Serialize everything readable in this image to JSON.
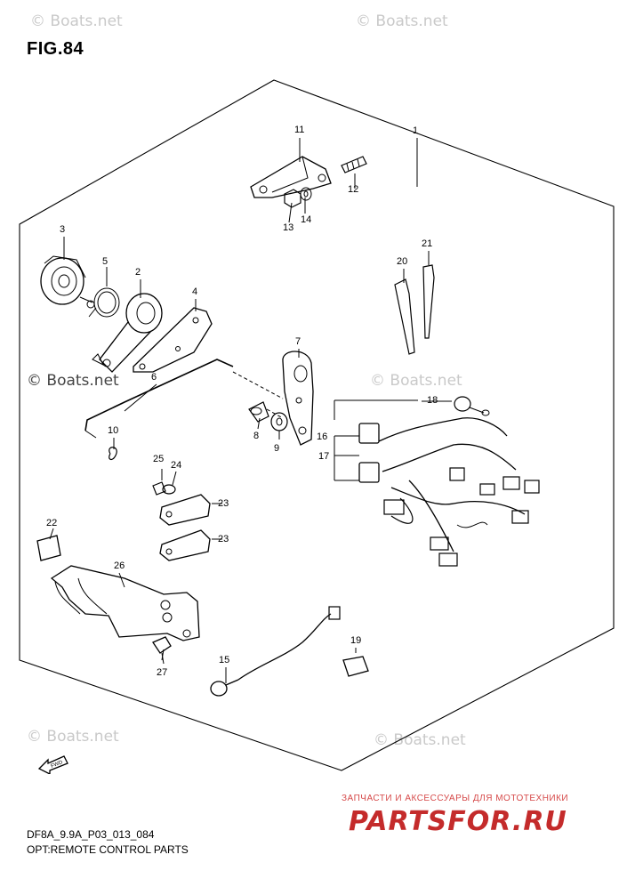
{
  "figure": {
    "title": "FIG.84"
  },
  "watermarks": [
    "© Boats.net",
    "© Boats.net",
    "© Boats.net",
    "© Boats.net",
    "© Boats.net",
    "© Boats.net"
  ],
  "watermark_main": "© Boats.net",
  "parts": [
    "1",
    "2",
    "3",
    "4",
    "5",
    "6",
    "7",
    "8",
    "9",
    "10",
    "11",
    "12",
    "13",
    "14",
    "16",
    "17",
    "18",
    "19",
    "20",
    "21",
    "22",
    "23",
    "23",
    "24",
    "25",
    "26",
    "27",
    "15"
  ],
  "fwd_label": "FWD",
  "footer": {
    "code": "DF8A_9.9A_P03_013_084",
    "caption": "OPT:REMOTE CONTROL PARTS"
  },
  "shop": {
    "tagline": "ЗАПЧАСТИ И АКСЕССУАРЫ ДЛЯ МОТОТЕХНИКИ",
    "logo": "PARTSFOR.RU"
  }
}
